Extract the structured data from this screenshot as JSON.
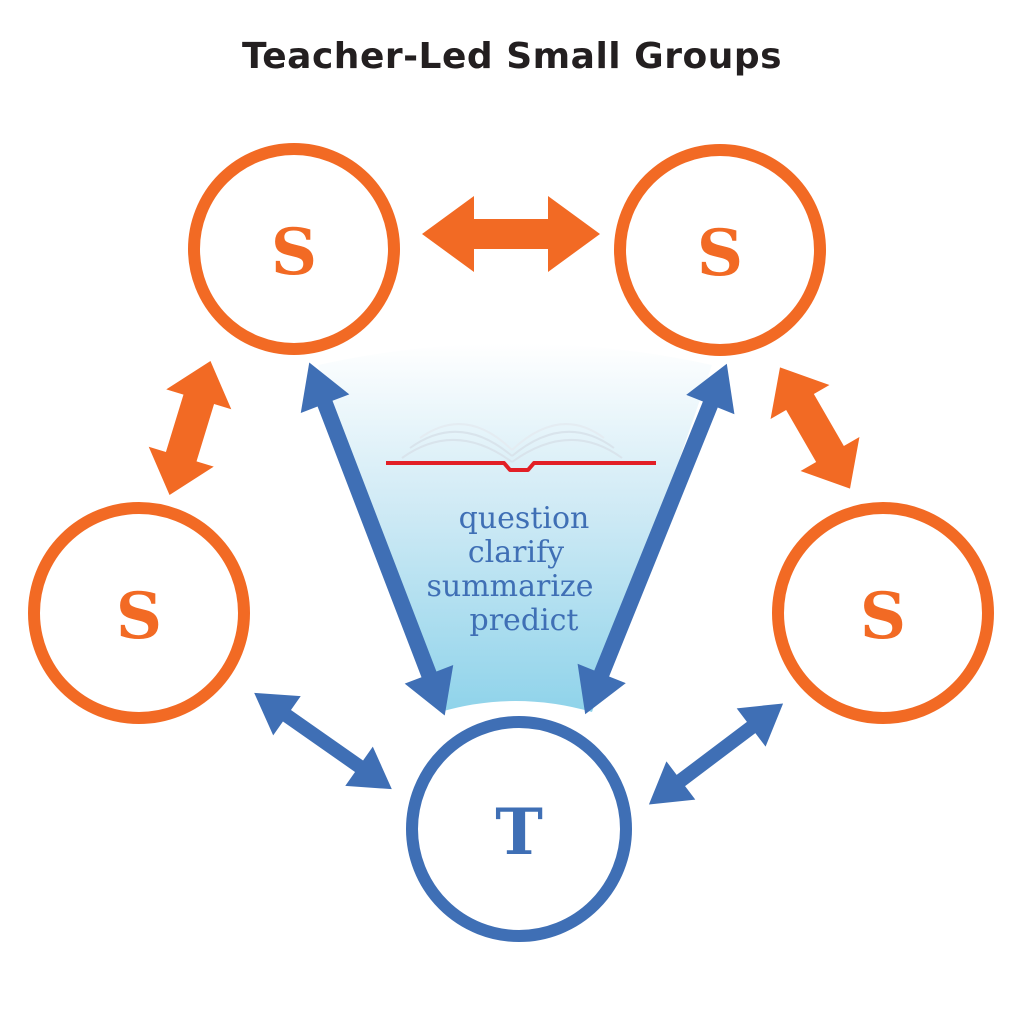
{
  "title": "Teacher-Led Small Groups",
  "colors": {
    "student": "#f26a24",
    "teacher": "#3f6fb5",
    "book_spine": "#e21f26",
    "light_fill_top": "#ffffff",
    "light_fill_bottom": "#8fd3ea"
  },
  "nodes": {
    "student_top_left": "S",
    "student_top_right": "S",
    "student_left": "S",
    "student_right": "S",
    "teacher": "T"
  },
  "strategies": [
    "question",
    "clarify",
    "summarize",
    "predict"
  ],
  "icons": {
    "book": "open-book-icon"
  }
}
